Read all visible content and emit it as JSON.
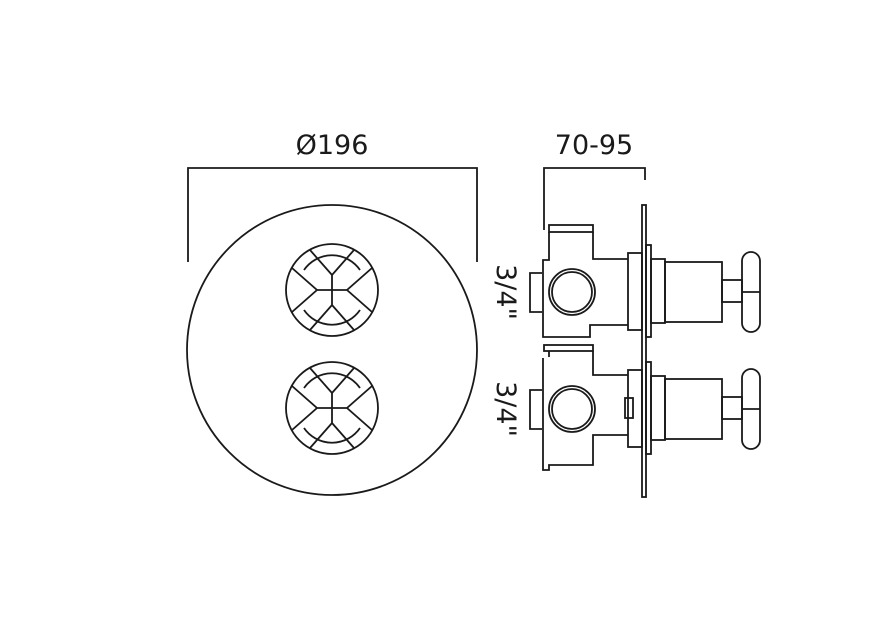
{
  "front_view": {
    "diameter_label": "Ø196"
  },
  "side_view": {
    "depth_label": "70-95",
    "upper_port_label": "3/4\"",
    "lower_port_label": "3/4\""
  },
  "colors": {
    "line": "#1a1a1a",
    "background": "#ffffff"
  }
}
